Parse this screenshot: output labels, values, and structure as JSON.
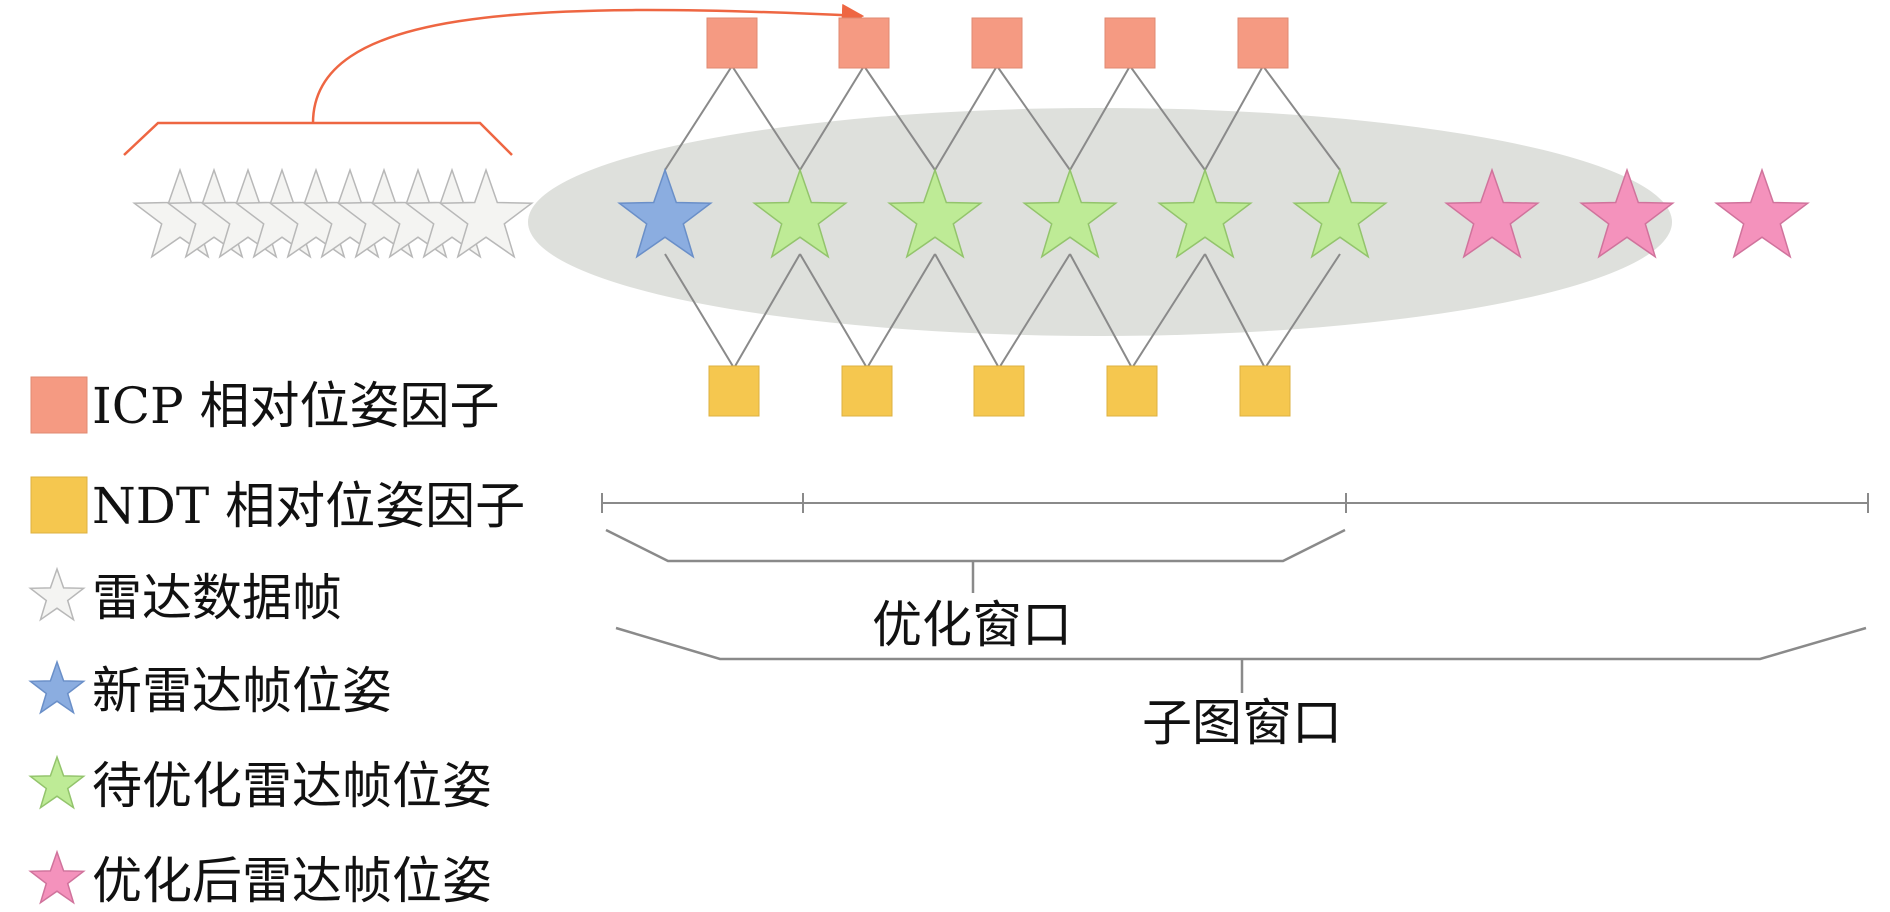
{
  "colors": {
    "icp_factor": "#F59A82",
    "ndt_factor": "#F5C74F",
    "lidar_frame": "#F4F4F2",
    "new_pose": "#8BADE0",
    "pending_pose": "#BEEB96",
    "optimized_pose": "#F492BC",
    "window_ellipse": "#DEE0DC",
    "arrow": "#EE6642",
    "line": "#8A8A8A"
  },
  "legend": {
    "items": [
      {
        "key": "icp",
        "label": "ICP 相对位姿因子",
        "icon": "square-icon"
      },
      {
        "key": "ndt",
        "label": "NDT 相对位姿因子",
        "icon": "square-icon"
      },
      {
        "key": "frame",
        "label": "雷达数据帧",
        "icon": "star-icon"
      },
      {
        "key": "new",
        "label": "新雷达帧位姿",
        "icon": "star-icon"
      },
      {
        "key": "pending",
        "label": "待优化雷达帧位姿",
        "icon": "star-icon"
      },
      {
        "key": "optimized",
        "label": "优化后雷达帧位姿",
        "icon": "star-icon"
      }
    ]
  },
  "diagram": {
    "optimization_window_label": "优化窗口",
    "submap_window_label": "子图窗口",
    "lidar_frame_count": 10,
    "new_pose_count": 1,
    "pending_pose_count": 5,
    "optimized_pose_count": 3,
    "icp_factor_count": 5,
    "ndt_factor_count": 5
  }
}
